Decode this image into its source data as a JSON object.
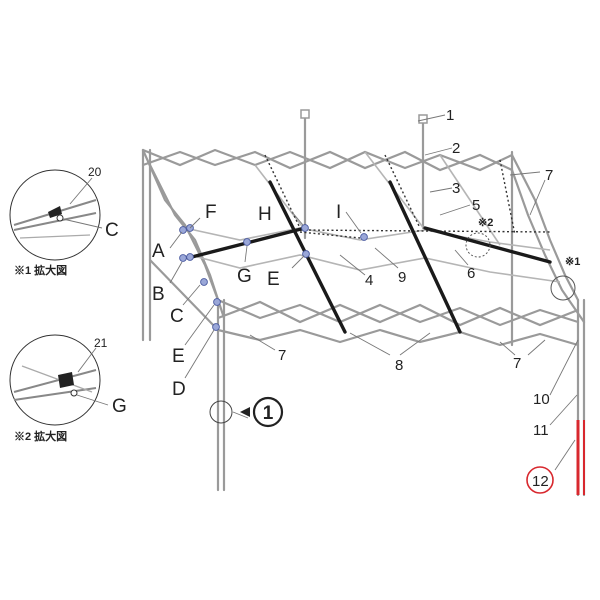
{
  "letters": {
    "A": "A",
    "B": "B",
    "C": "C",
    "D": "D",
    "E": "E",
    "F": "F",
    "G": "G",
    "H": "H",
    "I": "I"
  },
  "numbers": [
    "1",
    "2",
    "3",
    "4",
    "5",
    "6",
    "7",
    "8",
    "9",
    "10",
    "11",
    "12",
    "20",
    "21"
  ],
  "circled_marker": "1",
  "callouts": {
    "note1_mark": "※1",
    "note2_mark": "※2",
    "note1_caption": "※1 拡大図",
    "note2_caption": "※2 拡大図"
  },
  "colors": {
    "frame": "#9a9a9a",
    "bold": "#1a1a1a",
    "joint": "#9aa7d8",
    "highlight": "#d8282e"
  }
}
